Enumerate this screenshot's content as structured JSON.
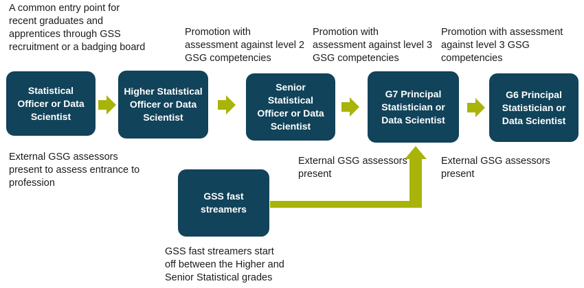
{
  "colors": {
    "box_fill": "#11435a",
    "box_text": "#ffffff",
    "arrow": "#a8b40a",
    "text": "#1a1a1a"
  },
  "notes": {
    "entry": "A common entry point for recent graduates and apprentices through GSS recruitment or a badging board",
    "promo_1": "Promotion with assessment against level 2 GSG competencies",
    "promo_2": "Promotion with assessment against level 3 GSG competencies",
    "promo_3": "Promotion with assessment against level 3 GSG competencies",
    "assessors_entrance": "External GSG assessors present to assess entrance to profession",
    "assessors_g7": "External GSG assessors present",
    "assessors_g6": "External GSG assessors present",
    "fast_stream": "GSS fast streamers start off between the Higher and Senior Statistical grades"
  },
  "boxes": {
    "statistical_officer": "Statistical Officer or Data Scientist",
    "higher_statistical_officer": "Higher Statistical Officer or Data Scientist",
    "senior_statistical_officer": "Senior Statistical Officer or Data Scientist",
    "g7_principal": "G7 Principal Statistician or Data Scientist",
    "g6_principal": "G6 Principal Statistician or Data Scientist",
    "fast_streamers": "GSS fast streamers"
  }
}
